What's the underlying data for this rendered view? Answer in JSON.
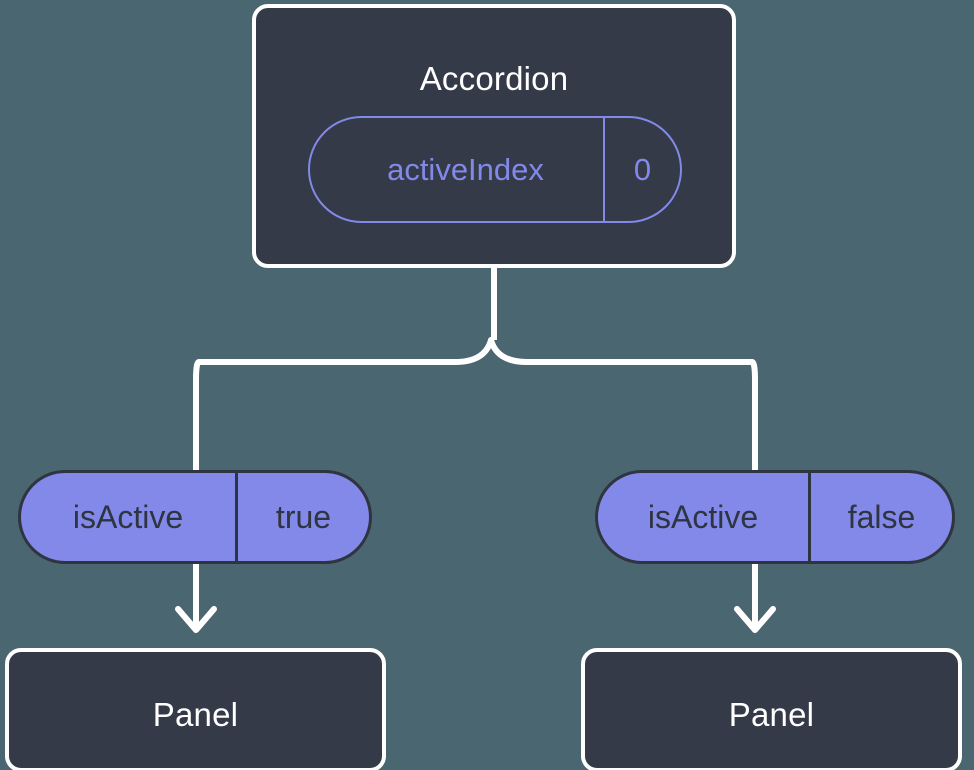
{
  "diagram": {
    "type": "component-tree",
    "background_color": "#4A6670",
    "node_fill_color": "#343A47",
    "node_border_color": "#FFFFFF",
    "accent_color": "#8289E8",
    "pill_text_color": "#2E3440",
    "connector_color": "#FFFFFF"
  },
  "root": {
    "title": "Accordion",
    "state_pill": {
      "key": "activeIndex",
      "value": "0",
      "style": "outlined"
    }
  },
  "branches": [
    {
      "prop_pill": {
        "key": "isActive",
        "value": "true",
        "style": "filled"
      },
      "child": {
        "title": "Panel"
      }
    },
    {
      "prop_pill": {
        "key": "isActive",
        "value": "false",
        "style": "filled"
      },
      "child": {
        "title": "Panel"
      }
    }
  ]
}
